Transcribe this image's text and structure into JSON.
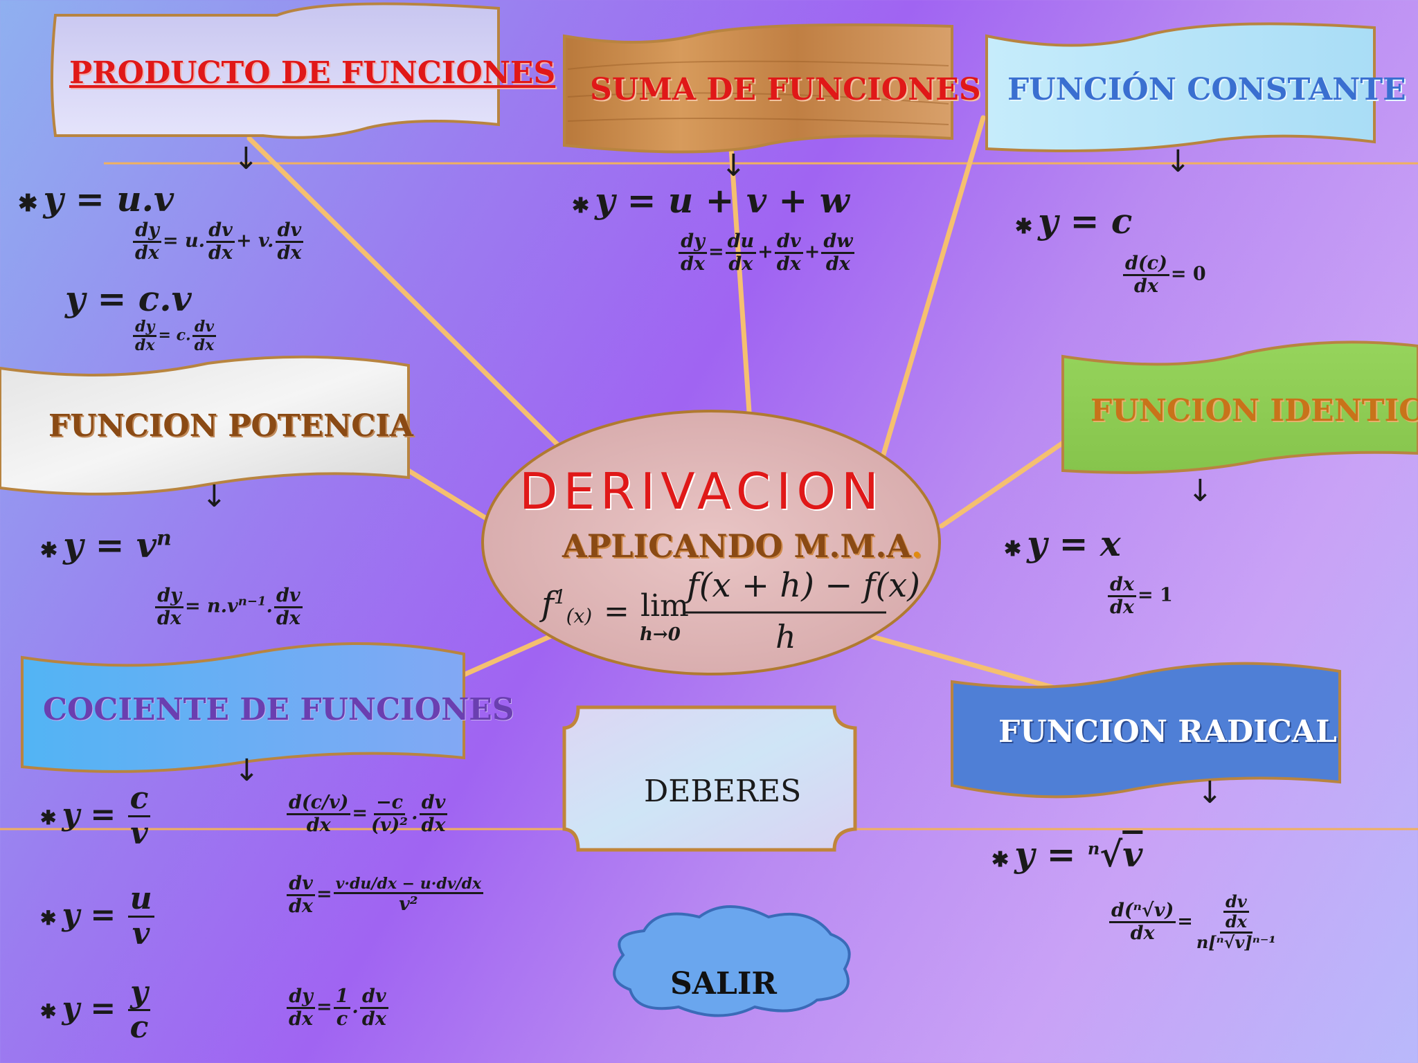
{
  "center": {
    "title": "DERIVACION",
    "subtitle": "APLICANDO M.M.A",
    "subtitle_dot": ".",
    "formula_lhs": "f",
    "formula_sup": "1",
    "formula_sub": "(x)",
    "formula_eq": "=",
    "formula_lim": "lim",
    "formula_lim_sub": "h→0",
    "formula_num": "f(x + h) − f(x)",
    "formula_den": "h"
  },
  "producto": {
    "title": "PRODUCTO DE FUNCIONES",
    "eq1": "y = u.v",
    "d1_num1": "dy",
    "d1_den1": "dx",
    "d1_mid": "= u.",
    "d1_num2": "dv",
    "d1_den2": "dx",
    "d1_mid2": "+ v.",
    "d1_num3": "dv",
    "d1_den3": "dx",
    "eq2": "y = c.v",
    "d2_num1": "dy",
    "d2_den1": "dx",
    "d2_mid": "= c.",
    "d2_num2": "dv",
    "d2_den2": "dx"
  },
  "suma": {
    "title": "SUMA DE FUNCIONES",
    "eq1": "y = u + v + w",
    "n1": "dy",
    "d1": "dx",
    "op1": "=",
    "n2": "du",
    "d2": "dx",
    "op2": "+",
    "n3": "dv",
    "d3": "dx",
    "op3": "+",
    "n4": "dw",
    "d4": "dx"
  },
  "constante": {
    "title": "FUNCIÓN CONSTANTE",
    "eq1": "y = c",
    "num": "d(c)",
    "den": "dx",
    "rhs": "= 0"
  },
  "potencia": {
    "title": "FUNCION POTENCIA",
    "eq_base": "y = v",
    "eq_exp": "n",
    "n1": "dy",
    "d1": "dx",
    "mid": "= n.v",
    "mid_exp": "n−1",
    "mid_dot": ".",
    "n2": "dv",
    "d2": "dx"
  },
  "identica": {
    "title": "FUNCION IDENTICA",
    "eq1": "y = x",
    "num": "dx",
    "den": "dx",
    "rhs": "= 1"
  },
  "cociente": {
    "title": "COCIENTE DE FUNCIONES",
    "r1_lhs": "y =",
    "r1_num": "c",
    "r1_den": "v",
    "r1_dn": "d(c/v)",
    "r1_dd": "dx",
    "r1_eq": "=",
    "r1_cn": "−c",
    "r1_cd": "(v)²",
    "r1_dot": ".",
    "r1_vn": "dv",
    "r1_vd": "dx",
    "r2_lhs": "y =",
    "r2_num": "u",
    "r2_den": "v",
    "r2_dn": "dv",
    "r2_dd": "dx",
    "r2_eq": "=",
    "r2_top": "v·du/dx − u·dv/dx",
    "r2_bot": "v²",
    "r3_lhs": "y =",
    "r3_num": "y",
    "r3_den": "c",
    "r3_dn": "dy",
    "r3_dd": "dx",
    "r3_eq": "=",
    "r3_on": "1",
    "r3_od": "c",
    "r3_dot": ".",
    "r3_vn": "dv",
    "r3_vd": "dx"
  },
  "radical": {
    "title": "FUNCION RADICAL",
    "eq1_lhs": "y =",
    "eq1_index": "n",
    "eq1_rad": "v",
    "lhs_num": "d(ⁿ√v)",
    "lhs_den": "dx",
    "eq": "=",
    "rhs_num_n": "dv",
    "rhs_num_d": "dx",
    "rhs_den": "n[ⁿ√v]ⁿ⁻¹"
  },
  "buttons": {
    "deberes": "DEBERES",
    "salir": "SALIR"
  },
  "bullet": "✱",
  "arrow": "↓",
  "colors": {
    "red_title": "#e01818",
    "brown_title": "#8a4a14",
    "blue_title": "#3a6fd0",
    "purple_title": "#6a3fb0",
    "orange_line": "#f0b060",
    "banner_border": "#b07a30"
  }
}
